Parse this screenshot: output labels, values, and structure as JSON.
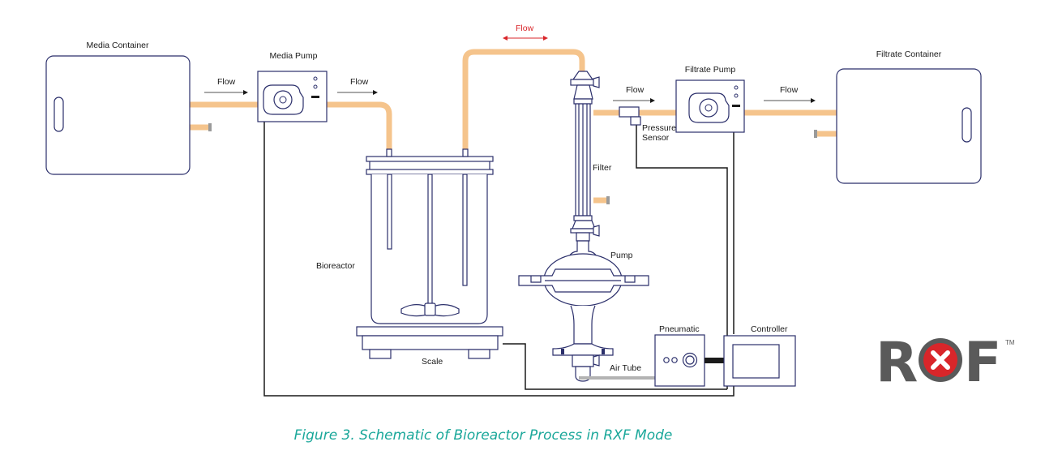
{
  "labels": {
    "media_container": "Media Container",
    "media_pump": "Media Pump",
    "flow": "Flow",
    "flow_top": "Flow",
    "filtrate_pump": "Filtrate Pump",
    "filtrate_container": "Filtrate Container",
    "pressure": "Pressure",
    "sensor": "Sensor",
    "filter": "Filter",
    "pump": "Pump",
    "bioreactor": "Bioreactor",
    "pneumatic": "Pneumatic",
    "controller": "Controller",
    "scale": "Scale",
    "air_tube": "Air Tube"
  },
  "logo": {
    "left": "R",
    "right": "F",
    "tm": "TM"
  },
  "caption": "Figure 3. Schematic of Bioreactor Process in RXF Mode",
  "colors": {
    "tube": "#f5c48c",
    "outline": "#2b2f6b",
    "accent_red": "#d9262a",
    "caption": "#1aa79a",
    "logo_gray": "#5a5a5a",
    "cable": "#1a1a1a"
  }
}
